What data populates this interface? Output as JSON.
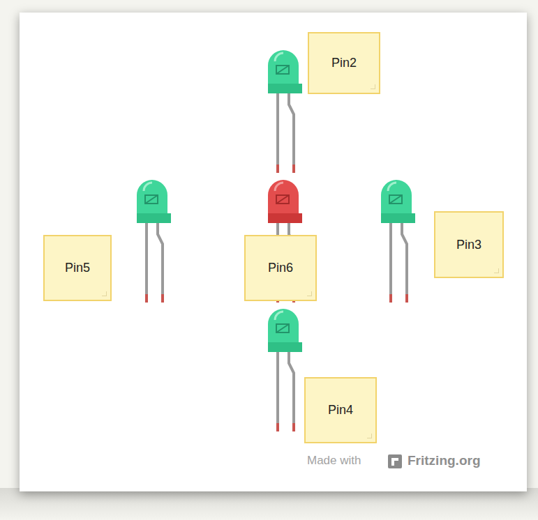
{
  "diagram": {
    "nodes": [
      {
        "text": [
          "Pin2"
        ]
      },
      {
        "text": [
          "Pin3"
        ]
      },
      {
        "text": [
          "Pin5"
        ]
      },
      {
        "text": [
          "Pin6"
        ]
      },
      {
        "text": [
          "Pin4"
        ]
      }
    ],
    "labels": [
      "Made with",
      "Fritzing.org"
    ]
  }
}
